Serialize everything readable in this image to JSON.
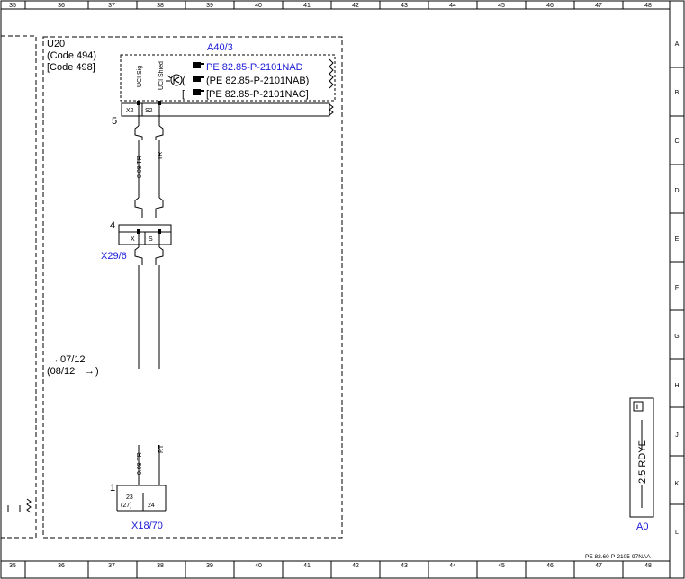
{
  "border": {
    "top_columns": [
      "35",
      "36",
      "37",
      "38",
      "39",
      "40",
      "41",
      "42",
      "43",
      "44",
      "45",
      "46",
      "47",
      "48"
    ],
    "bottom_columns": [
      "35",
      "36",
      "37",
      "38",
      "39",
      "40",
      "41",
      "42",
      "43",
      "44",
      "45",
      "46",
      "47",
      "48"
    ],
    "rows": [
      "A",
      "B",
      "C",
      "D",
      "E",
      "F",
      "G",
      "H",
      "J",
      "K",
      "L"
    ]
  },
  "module": {
    "id": "U20",
    "code1": "(Code 494)",
    "code2": "[Code 498]"
  },
  "component": {
    "id": "A40/3",
    "ref1": "PE 82.85-P-2101NAD",
    "ref2": "(PE 82.85-P-2101NAB)",
    "ref3": "[PE 82.85-P-2101NAC]",
    "pin_label_1": "UCI Sig",
    "pin_label_2": "UCI Shied",
    "pin_x2": "X2",
    "pin_s2": "S2",
    "pin_num": "5"
  },
  "wires": {
    "wire1": "0.09 TR",
    "wire2": "TR"
  },
  "connector_x29": {
    "id": "X29/6",
    "pin_num": "4",
    "pin_x": "X",
    "pin_s": "S"
  },
  "crossref": {
    "ref1": "07/12",
    "ref2": "(08/12",
    "arrow": "→"
  },
  "connector_x18": {
    "id": "X18/70",
    "pin_num": "1",
    "pin_a": "23",
    "pin_a_alt": "(27)",
    "pin_b": "24",
    "wire_a": "0.09 TR",
    "wire_b": "RT"
  },
  "legend": {
    "info": "i",
    "wire_spec": "2.5 RDYE",
    "label": "A0"
  },
  "doc_ref": "PE 82.60-P-2105-97NAA",
  "colors": {
    "link": "#1a1ad6",
    "line": "#000000"
  }
}
